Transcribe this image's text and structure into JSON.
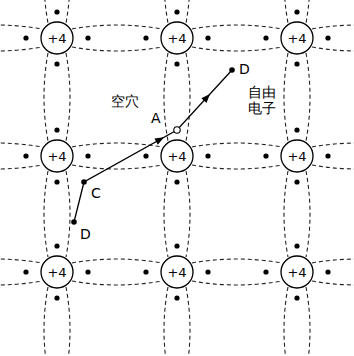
{
  "diagram": {
    "nodes": [
      {
        "text": [
          "+4"
        ]
      },
      {
        "text": [
          "+4"
        ]
      },
      {
        "text": [
          "+4"
        ]
      },
      {
        "text": [
          "+4"
        ]
      },
      {
        "text": [
          "+4"
        ]
      },
      {
        "text": [
          "+4"
        ]
      },
      {
        "text": [
          "+4"
        ]
      },
      {
        "text": [
          "+4"
        ]
      },
      {
        "text": [
          "+4"
        ]
      }
    ],
    "labels": [
      "空穴",
      "A",
      "D",
      "自由 电子",
      "C",
      "D"
    ]
  }
}
